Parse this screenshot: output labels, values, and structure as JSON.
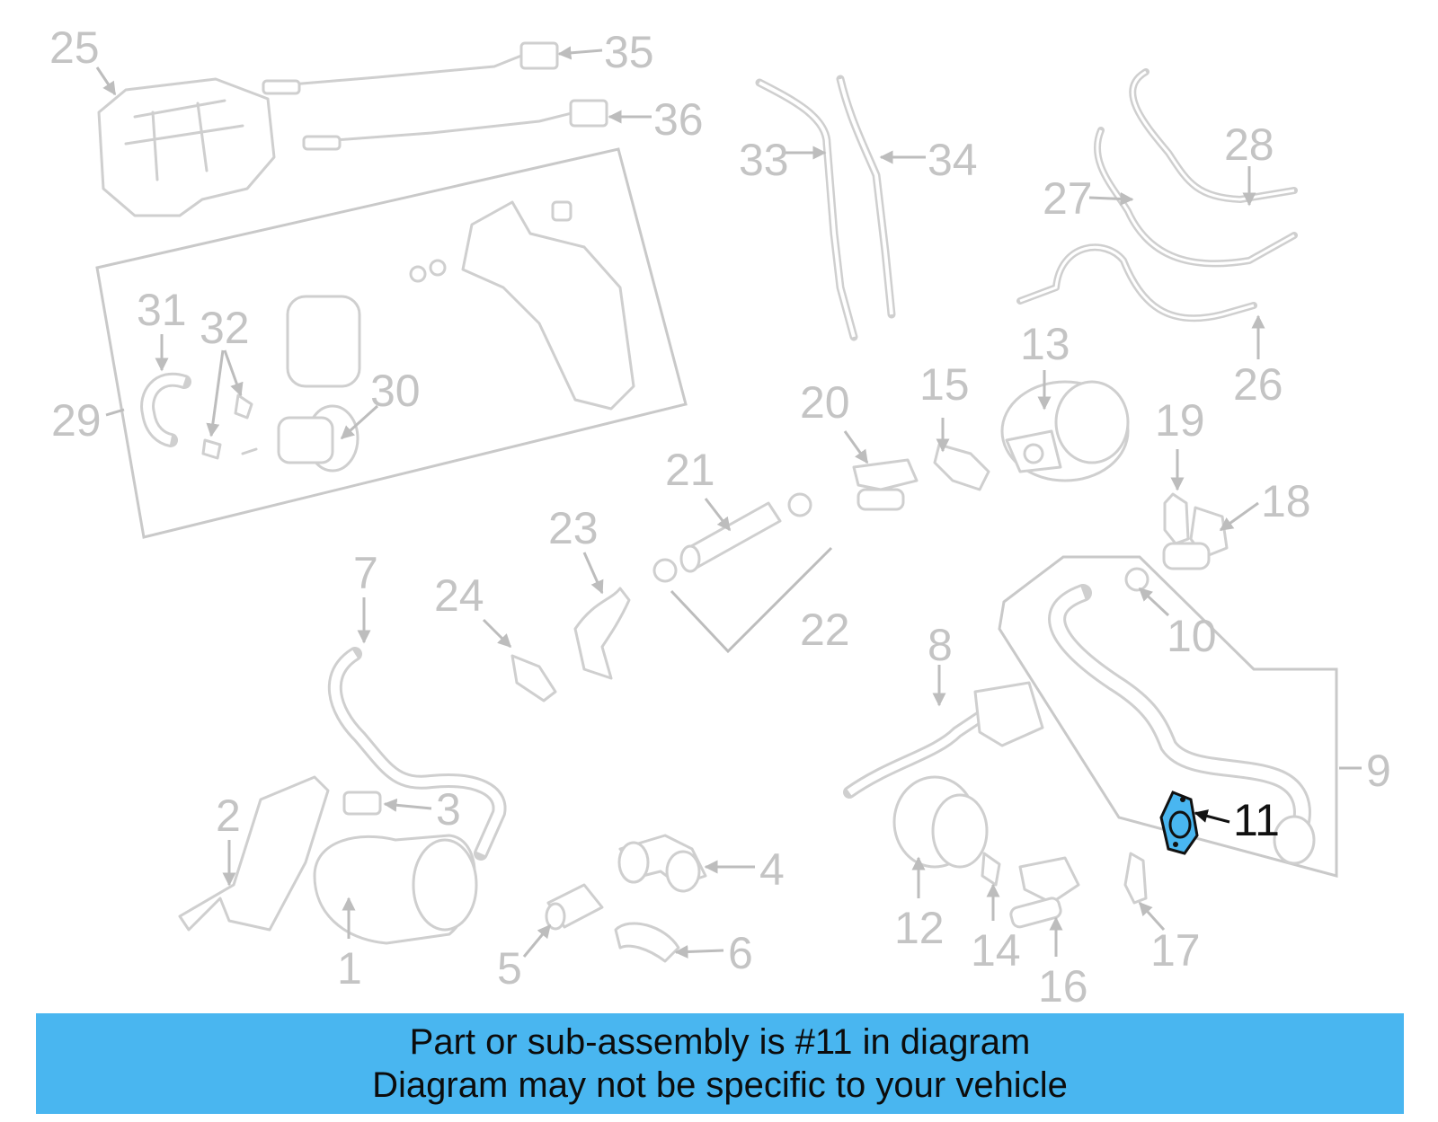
{
  "diagram": {
    "labels": [
      "25",
      "35",
      "36",
      "33",
      "34",
      "28",
      "27",
      "26",
      "31",
      "32",
      "30",
      "29",
      "13",
      "15",
      "20",
      "19",
      "18",
      "21",
      "23",
      "24",
      "22",
      "7",
      "10",
      "8",
      "9",
      "11",
      "2",
      "3",
      "4",
      "5",
      "6",
      "1",
      "12",
      "14",
      "16",
      "17"
    ],
    "highlighted_part": "11",
    "highlight_color": "#49b6f0",
    "line_color": "#cfcfcf"
  },
  "banner": {
    "line1": "Part or sub-assembly is #11 in diagram",
    "line2": "Diagram may not be specific to your vehicle",
    "background": "#49b6f0"
  }
}
